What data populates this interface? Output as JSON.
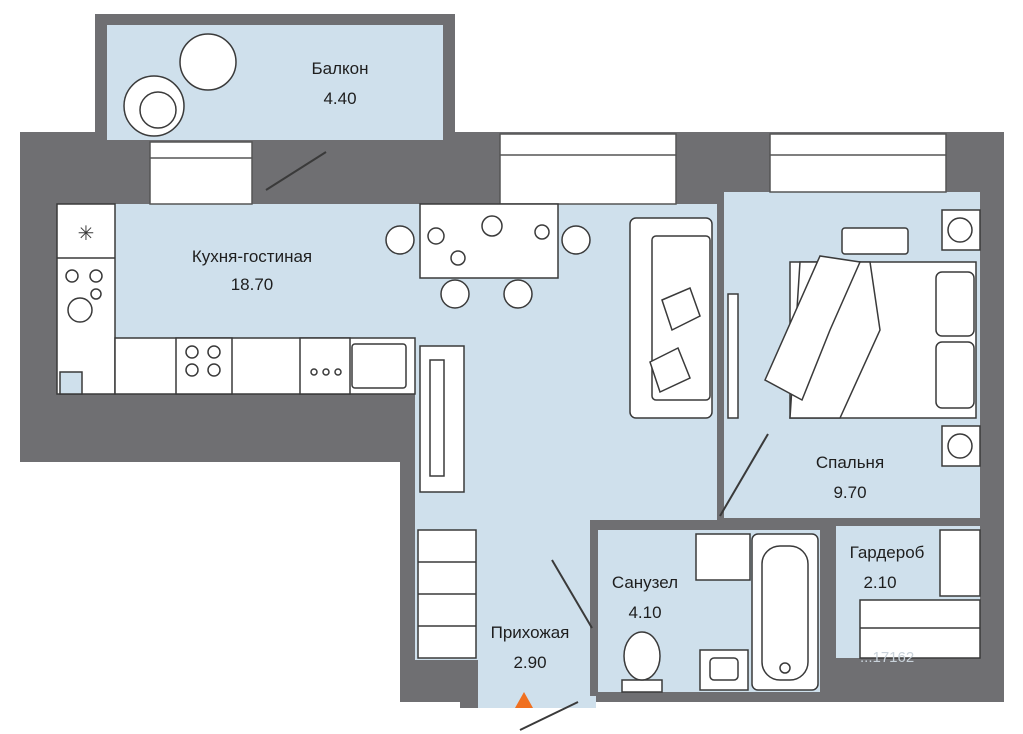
{
  "rooms": {
    "balcony": {
      "name": "Балкон",
      "area": "4.40"
    },
    "kitchen_living": {
      "name": "Кухня-гостиная",
      "area": "18.70"
    },
    "bedroom": {
      "name": "Спальня",
      "area": "9.70"
    },
    "wardrobe": {
      "name": "Гардероб",
      "area": "2.10"
    },
    "bathroom": {
      "name": "Санузел",
      "area": "4.10"
    },
    "hallway": {
      "name": "Прихожая",
      "area": "2.90"
    }
  },
  "watermark": "...17162",
  "colors": {
    "wall": "#6f6f72",
    "floor": "#cfe0ec",
    "furniture": "#ffffff",
    "line": "#3a3a3a",
    "entrance": "#f07020"
  },
  "icons": {
    "entrance": "triangle-up"
  }
}
